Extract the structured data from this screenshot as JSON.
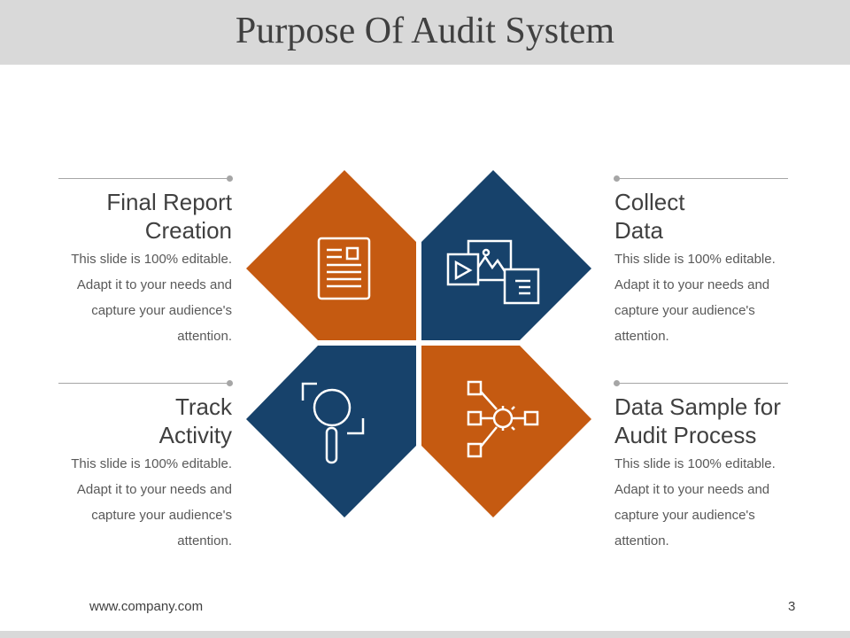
{
  "slide": {
    "title": "Purpose Of Audit System",
    "footer_url": "www.company.com",
    "page_number": "3"
  },
  "colors": {
    "orange": "#c55a11",
    "navy": "#17426b",
    "title_bar": "#d9d9d9"
  },
  "quadrants": {
    "top_left": {
      "heading_line1": "Final Report",
      "heading_line2": "Creation",
      "body_line1": "This slide is 100% editable.",
      "body_line2": "Adapt it to your needs and",
      "body_line3": "capture your audience's",
      "body_line4": "attention.",
      "icon": "document-icon"
    },
    "top_right": {
      "heading_line1": "Collect",
      "heading_line2": "Data",
      "body_line1": "This slide is 100% editable.",
      "body_line2": "Adapt it to your needs and",
      "body_line3": "capture your audience's",
      "body_line4": "attention.",
      "icon": "media-files-icon"
    },
    "bottom_left": {
      "heading_line1": "Track",
      "heading_line2": "Activity",
      "body_line1": "This slide is 100% editable.",
      "body_line2": "Adapt it to your needs and",
      "body_line3": "capture your audience's",
      "body_line4": "attention.",
      "icon": "magnifier-icon"
    },
    "bottom_right": {
      "heading_line1": "Data Sample for",
      "heading_line2": "Audit Process",
      "body_line1": "This slide is 100% editable.",
      "body_line2": "Adapt it to your needs and",
      "body_line3": "capture your audience's",
      "body_line4": "attention.",
      "icon": "process-network-icon"
    }
  }
}
